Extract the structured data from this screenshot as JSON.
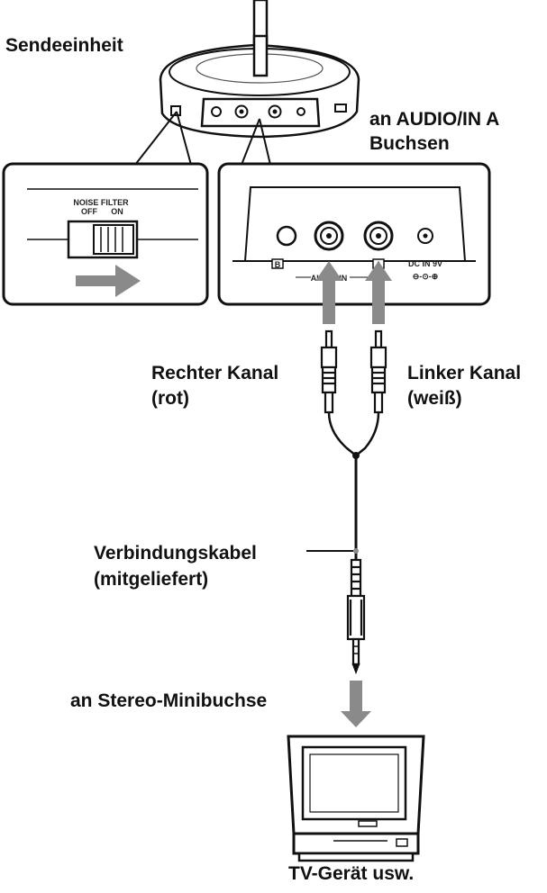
{
  "labels": {
    "transmitter": "Sendeeinheit",
    "audio_in_line1": "an AUDIO/IN A",
    "audio_in_line2": "Buchsen",
    "right_channel_line1": "Rechter Kanal",
    "right_channel_line2": "(rot)",
    "left_channel_line1": "Linker Kanal",
    "left_channel_line2": "(weiß)",
    "cable_line1": "Verbindungskabel",
    "cable_line2": "(mitgeliefert)",
    "stereo_jack": "an Stereo-Minibuchse",
    "tv": "TV-Gerät usw."
  },
  "device_markings": {
    "noise_filter": "NOISE FILTER",
    "off": "OFF",
    "on": "ON",
    "jack_b": "B",
    "jack_a": "A",
    "audio_in": "AUDIO IN",
    "dc_in": "DC IN 9V"
  },
  "colors": {
    "arrow": "#8a8a8a",
    "line": "#111111",
    "panel_fill": "#ffffff"
  }
}
